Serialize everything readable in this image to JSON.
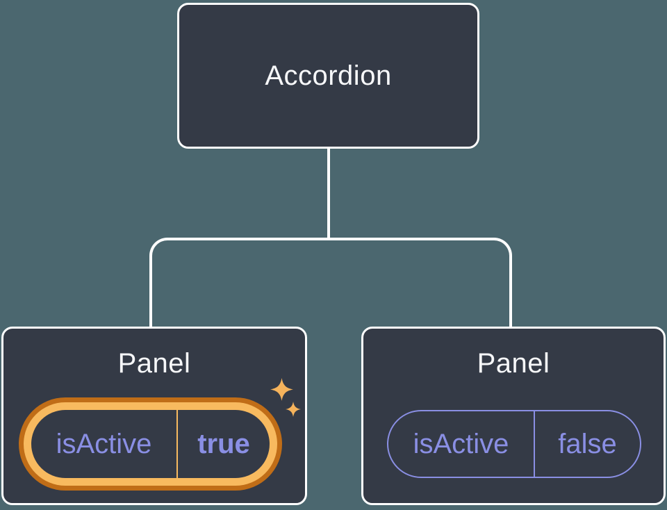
{
  "colors": {
    "background": "#4B676F",
    "node_fill": "#343A46",
    "node_border": "#FFFFFF",
    "node_text": "#F6F7F9",
    "state_text": "#8A8FE4",
    "highlight_gold": "#F8BA5F",
    "highlight_orange": "#C06D17",
    "sparkle": "#F5B35C"
  },
  "tree": {
    "root": {
      "label": "Accordion"
    },
    "children": [
      {
        "label": "Panel",
        "state": {
          "key": "isActive",
          "value": "true"
        },
        "highlighted": true
      },
      {
        "label": "Panel",
        "state": {
          "key": "isActive",
          "value": "false"
        },
        "highlighted": false
      }
    ]
  },
  "icons": {
    "sparkle_large": "sparkle-icon",
    "sparkle_small": "sparkle-icon"
  }
}
